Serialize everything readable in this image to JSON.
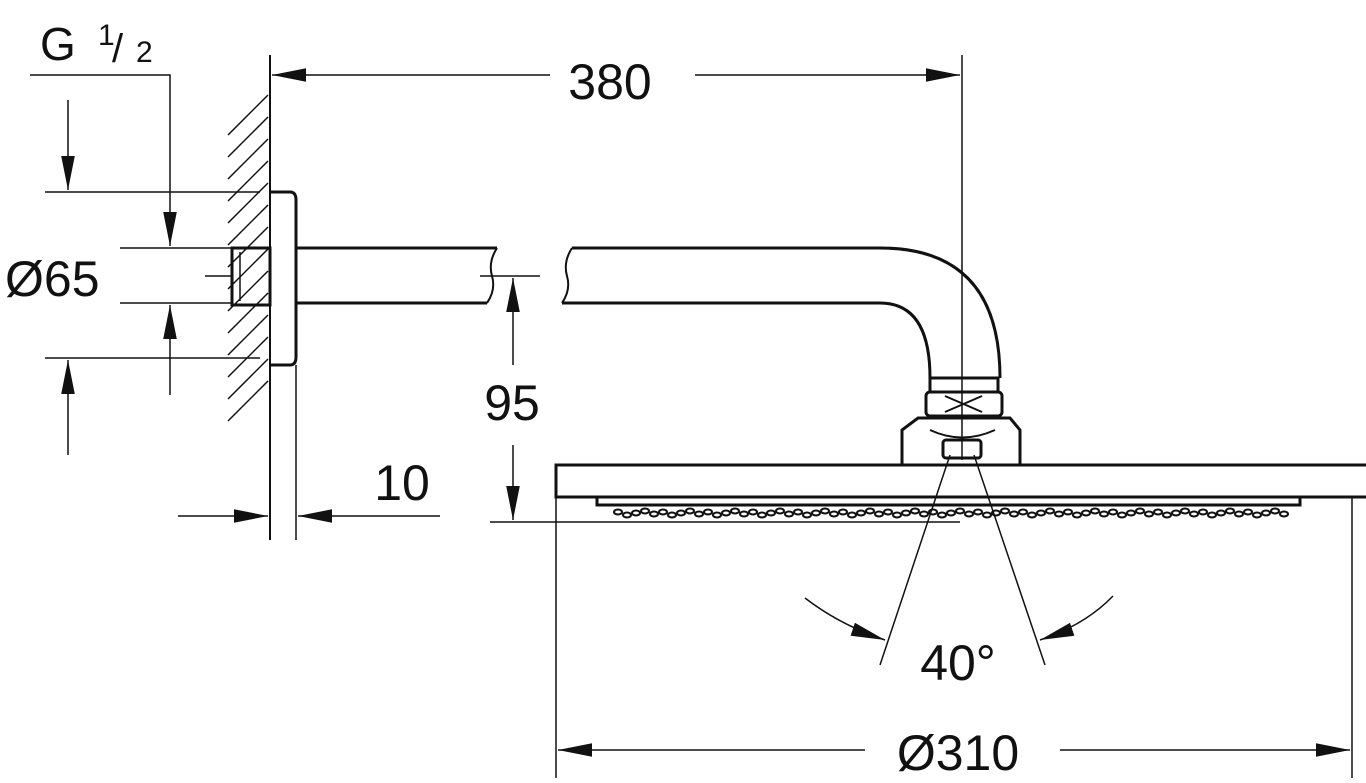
{
  "labels": {
    "thread_g": "G",
    "thread_num": "1",
    "thread_den": "2",
    "arm_length": "380",
    "flange_diameter": "Ø65",
    "drop_height": "95",
    "flange_depth": "10",
    "spray_angle": "40°",
    "head_diameter": "Ø310"
  },
  "colors": {
    "line": "#111111",
    "background": "#ffffff"
  }
}
